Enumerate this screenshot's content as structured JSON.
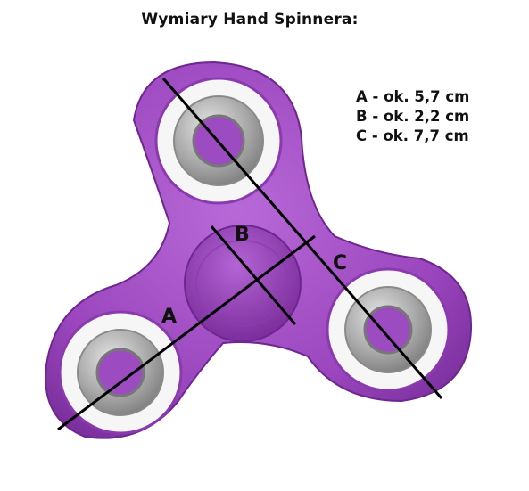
{
  "title": "Wymiary Hand Spinnera:",
  "legend": [
    "A - ok. 5,7 cm",
    "B - ok. 2,2 cm",
    "C - ok. 7,7 cm"
  ],
  "labels": {
    "a": "A",
    "b": "B",
    "c": "C"
  },
  "colors": {
    "body": "#a24fc4",
    "body_dark": "#7d2f9e",
    "ring": "#f4f4f4",
    "bearing": "#b9b9b9",
    "line": "#000000"
  }
}
